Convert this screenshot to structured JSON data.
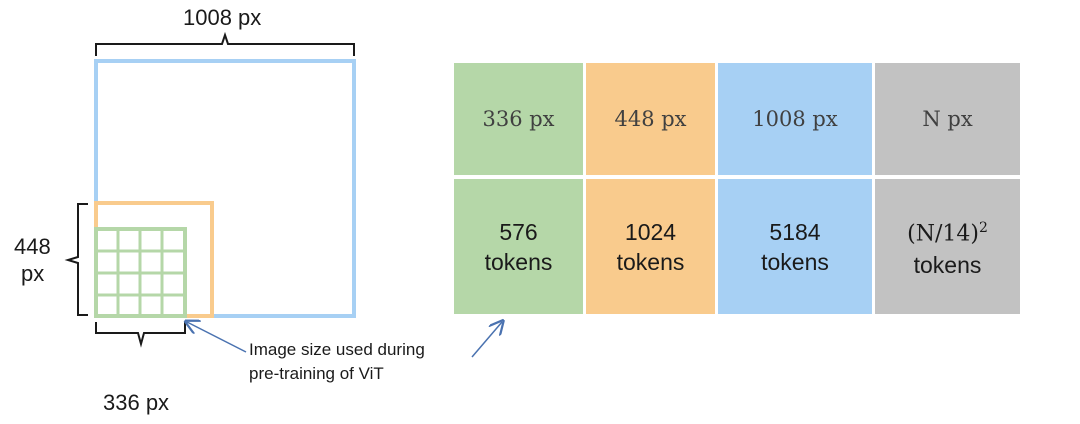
{
  "left": {
    "width_label": "1008 px",
    "height_label_line1": "448",
    "height_label_line2": "px",
    "patch_label": "336 px"
  },
  "annotation": {
    "line1": "Image size used during",
    "line2": "pre-training of ViT"
  },
  "table": {
    "columns": [
      {
        "header": "336 px",
        "tokens": "576",
        "unit": "tokens",
        "color": "#b5d7a8"
      },
      {
        "header": "448 px",
        "tokens": "1024",
        "unit": "tokens",
        "color": "#f9cb8d"
      },
      {
        "header": "1008 px",
        "tokens": "5184",
        "unit": "tokens",
        "color": "#a7d0f4"
      },
      {
        "header": "N px",
        "tokens": "(N/14)",
        "exponent": "2",
        "unit": "tokens",
        "color": "#c2c2c2"
      }
    ]
  },
  "colors": {
    "blue": "#a7d0f4",
    "orange": "#f9cb8d",
    "green": "#b5d7a8",
    "arrow": "#4a72b0"
  }
}
